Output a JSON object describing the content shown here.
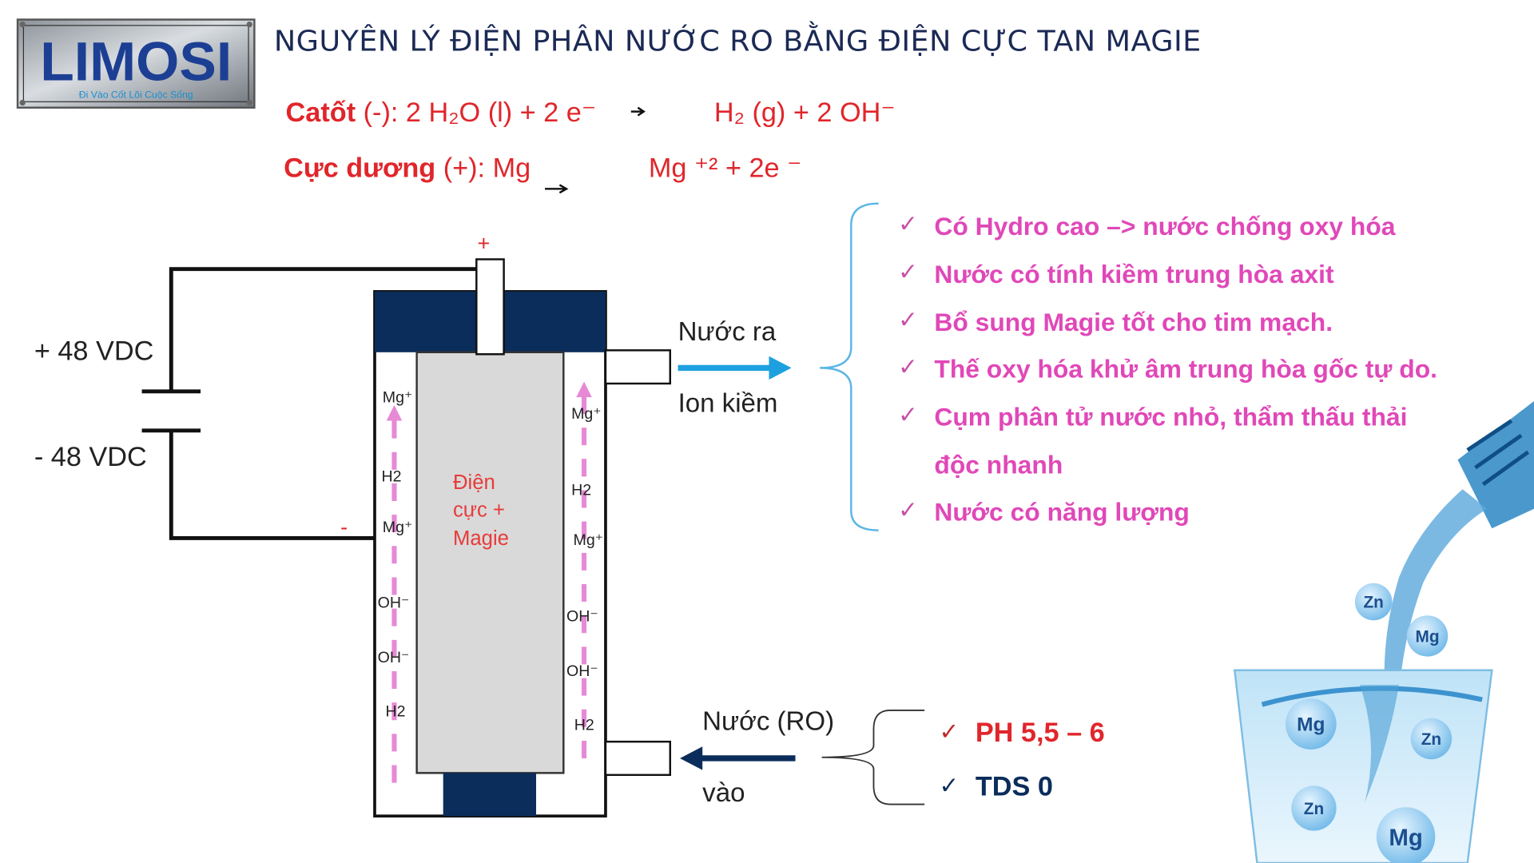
{
  "logo": {
    "brand": "LIMOSI",
    "tagline": "Đi Vào Cốt Lõi Cuộc Sống"
  },
  "title": "NGUYÊN LÝ ĐIỆN PHÂN NƯỚC RO BẰNG ĐIỆN CỰC TAN MAGIE",
  "equations": {
    "cathode": {
      "label": "Catốt",
      "left": " (-): 2 H₂O (l) + 2 e⁻",
      "right": "H₂ (g) + 2 OH⁻"
    },
    "anode": {
      "label": "Cực dương",
      "left": " (+): Mg",
      "right": "Mg ⁺² + 2e ⁻"
    }
  },
  "circuit": {
    "positive_label": "+ 48 VDC",
    "negative_label": "- 48 VDC",
    "plus_sign": "+",
    "minus_sign": "-"
  },
  "electrode": {
    "line1": "Điện",
    "line2": "cực +",
    "line3": "Magie"
  },
  "ions_left": [
    "Mg⁺",
    "H2",
    "Mg⁺",
    "OH⁻",
    "OH⁻",
    "H2"
  ],
  "ions_right": [
    "Mg⁺",
    "H2",
    "Mg⁺",
    "OH⁻",
    "OH⁻",
    "H2"
  ],
  "outlet": {
    "line1": "Nước ra",
    "line2": "Ion kiềm"
  },
  "inlet": {
    "line1": "Nước (RO)",
    "line2": "vào"
  },
  "benefits": [
    "Có Hydro cao –> nước chống oxy hóa",
    "Nước có tính kiềm trung hòa axit",
    "Bổ sung Magie tốt cho tim mạch.",
    "Thế oxy hóa khử âm trung hòa gốc tự do.",
    "Cụm phân tử nước nhỏ, thẩm thấu thải",
    "độc nhanh",
    "Nước có năng lượng"
  ],
  "input_specs": [
    "PH 5,5 – 6",
    "TDS 0"
  ],
  "check_mark": "✓",
  "bubbles": [
    "Zn",
    "Mg",
    "Mg",
    "Zn",
    "Zn",
    "Mg"
  ],
  "colors": {
    "navy": "#0b2d5b",
    "red": "#e0262b",
    "magenta": "#e048b8",
    "blue_arrow": "#1ea0e0",
    "pink_arrow": "#e68ad6"
  }
}
